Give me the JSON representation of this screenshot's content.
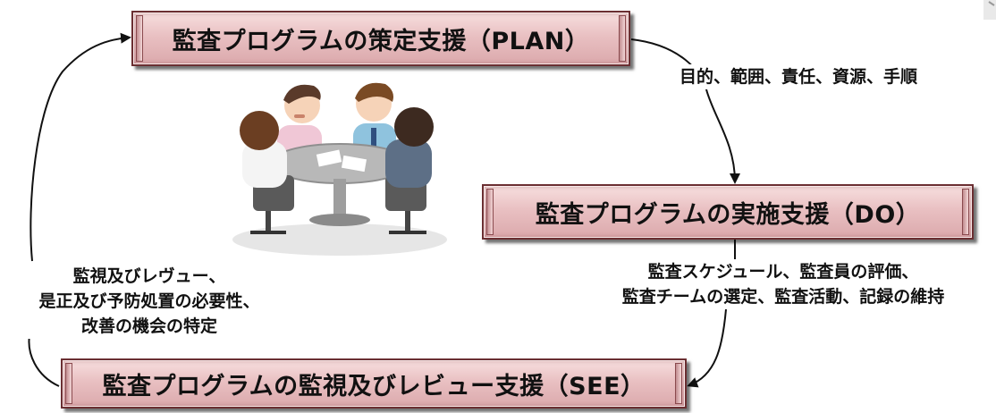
{
  "cycle": {
    "plan": {
      "title": "監査プログラムの策定支援（PLAN）",
      "note": "目的、範囲、責任、資源、手順"
    },
    "do": {
      "title": "監査プログラムの実施支援（DO）",
      "note_lines": [
        "監査スケジュール、監査員の評価、",
        "監査チームの選定、監査活動、記録の維持"
      ]
    },
    "see": {
      "title": "監査プログラムの監視及びレビュー支援（SEE）",
      "note_lines": [
        "監視及びレヴュー、",
        "是正及び予防処置の必要性、",
        "改善の機会の特定"
      ]
    }
  },
  "colors": {
    "panel_fill": "#e9c0c2",
    "panel_border": "#6b2f32",
    "arrow": "#111111"
  },
  "illustration": "business-meeting-people-at-round-table"
}
